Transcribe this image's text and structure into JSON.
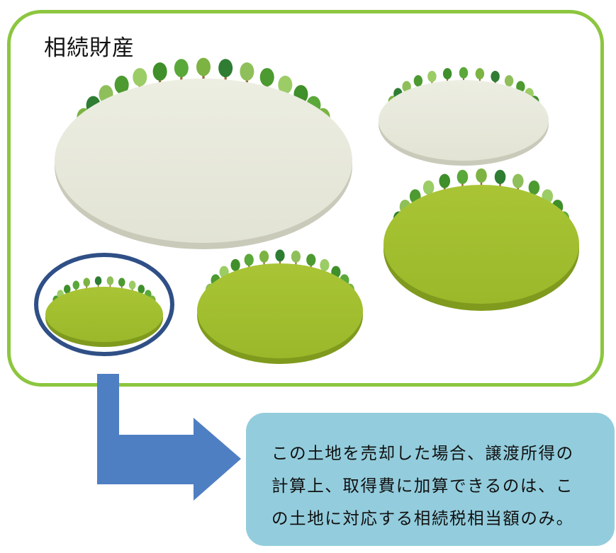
{
  "title": "相続財産",
  "callout": {
    "lines": [
      "この土地を売却した場合、譲渡所得の",
      "計算上、取得費に加算できるのは、こ",
      "の土地に対応する相続税相当額のみ。"
    ]
  },
  "colors": {
    "frame_border": "#8cc63f",
    "plot_beige": "#e8e9dc",
    "plot_green": "#a4c130",
    "highlight_circle": "#2f4f86",
    "arrow": "#4f7fc3",
    "callout_bg": "#93cddd"
  }
}
